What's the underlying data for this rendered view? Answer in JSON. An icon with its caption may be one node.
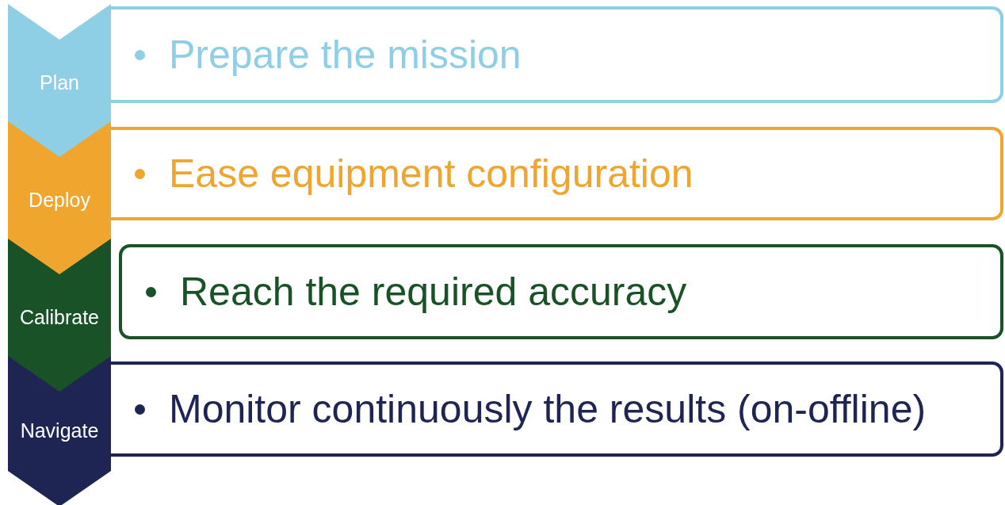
{
  "diagram": {
    "nodes": [
      {
        "text": [
          "Plan"
        ]
      },
      {
        "text": [
          "Prepare the mission"
        ]
      },
      {
        "text": [
          "Deploy"
        ]
      },
      {
        "text": [
          "Ease equipment configuration"
        ]
      },
      {
        "text": [
          "Calibrate"
        ]
      },
      {
        "text": [
          "Reach the required accuracy"
        ]
      },
      {
        "text": [
          "Navigate"
        ]
      },
      {
        "text": [
          "Monitor continuously the results (on-offline)"
        ]
      }
    ]
  }
}
